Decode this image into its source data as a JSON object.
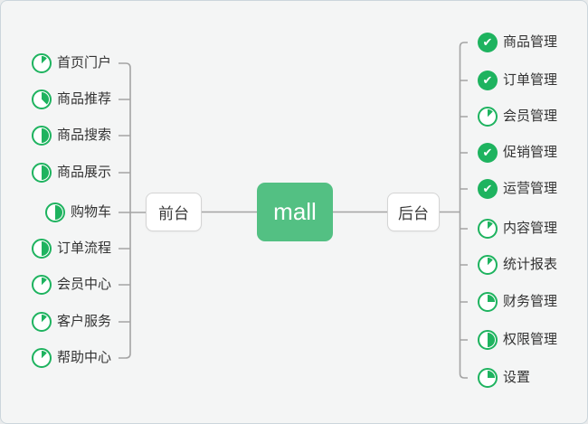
{
  "root": {
    "label": "mall"
  },
  "branches": [
    {
      "label": "前台",
      "side": "left",
      "items": [
        {
          "label": "首页门户",
          "progress": 0.125
        },
        {
          "label": "商品推荐",
          "progress": 0.375
        },
        {
          "label": "商品搜索",
          "progress": 0.5
        },
        {
          "label": "商品展示",
          "progress": 0.5
        },
        {
          "label": "购物车",
          "progress": 0.5
        },
        {
          "label": "订单流程",
          "progress": 0.5
        },
        {
          "label": "会员中心",
          "progress": 0.125
        },
        {
          "label": "客户服务",
          "progress": 0.125
        },
        {
          "label": "帮助中心",
          "progress": 0.125
        }
      ]
    },
    {
      "label": "后台",
      "side": "right",
      "items": [
        {
          "label": "商品管理",
          "progress": 1
        },
        {
          "label": "订单管理",
          "progress": 1
        },
        {
          "label": "会员管理",
          "progress": 0.125
        },
        {
          "label": "促销管理",
          "progress": 1
        },
        {
          "label": "运营管理",
          "progress": 1
        },
        {
          "label": "内容管理",
          "progress": 0.125
        },
        {
          "label": "统计报表",
          "progress": 0.125
        },
        {
          "label": "财务管理",
          "progress": 0.25
        },
        {
          "label": "权限管理",
          "progress": 0.5
        },
        {
          "label": "设置",
          "progress": 0.25
        }
      ]
    }
  ],
  "icons": {
    "done_check": "✔",
    "done_icon_name": "task-done-icon",
    "progress_icon_name": "task-progress-pie-icon"
  },
  "colors": {
    "background": "#f4f5f5",
    "node_green": "#53c083",
    "icon_green": "#1eb35f",
    "connector_line": "#a4a4a4",
    "item_text": "#333333"
  }
}
